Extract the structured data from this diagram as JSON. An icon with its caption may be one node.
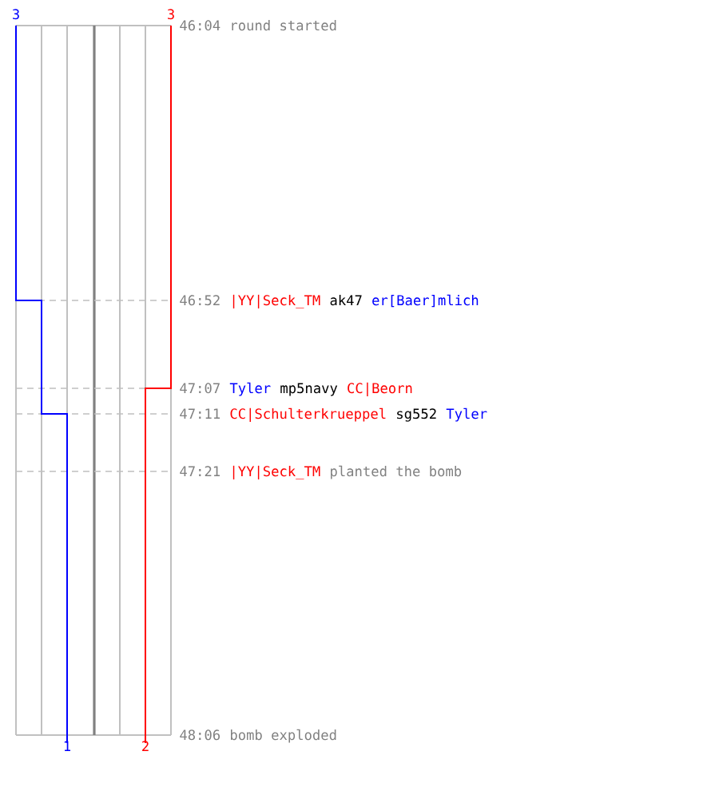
{
  "diagram": {
    "labels": [
      "3",
      "3",
      "46:04",
      "round started",
      "46:52",
      "|YY|Seck_TM",
      "ak47",
      "er[Baer]mlich",
      "47:07",
      "Tyler",
      "mp5navy",
      "CC|Beorn",
      "47:11",
      "CC|Schulterkrueppel",
      "sg552",
      "Tyler",
      "47:21",
      "|YY|Seck_TM",
      "planted the bomb",
      "1",
      "2",
      "48:06",
      "bomb exploded"
    ]
  }
}
